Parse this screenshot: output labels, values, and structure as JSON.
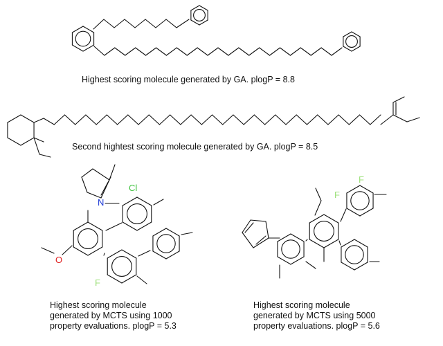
{
  "colors": {
    "bond": "#111111",
    "nitrogen": "#1f3bd6",
    "chlorine": "#3fc23f",
    "fluorine": "#9de07a",
    "oxygen": "#e02020"
  },
  "atoms": {
    "cl": "Cl",
    "n": "N",
    "o": "O",
    "f1": "F",
    "f2": "F",
    "f3": "F"
  },
  "captions": {
    "mol1": "Highest scoring molecule generated by GA. plogP =  8.8",
    "mol2": "Second hightest scoring molecule generated by GA. plogP =  8.5",
    "mol3": [
      "Highest scoring molecule",
      "generated by MCTS using 1000",
      "property evaluations. plogP =  5.3"
    ],
    "mol4": [
      "Highest scoring molecule",
      "generated by MCTS using 5000",
      "property evaluations. plogP =  5.6"
    ]
  }
}
